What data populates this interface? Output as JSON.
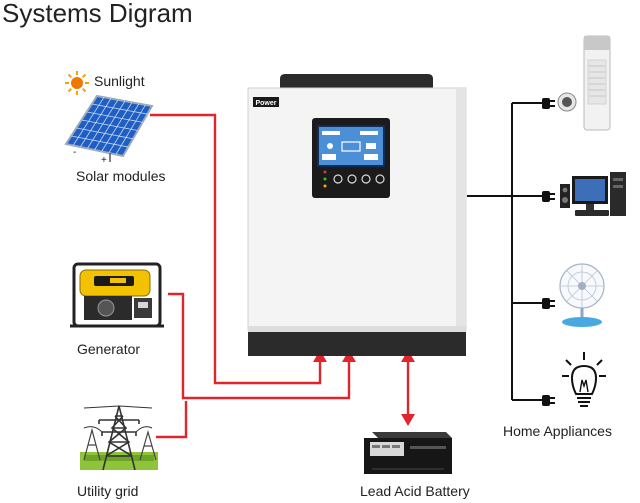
{
  "title": "Systems Digram",
  "inverter": {
    "brand": "Power"
  },
  "inputs": {
    "sunlight": "Sunlight",
    "solar": "Solar modules",
    "solar_minus": "-",
    "solar_plus": "+",
    "generator": "Generator",
    "grid": "Utility grid"
  },
  "battery": {
    "label": "Lead Acid Battery"
  },
  "outputs": {
    "label": "Home Appliances",
    "items": [
      "air-conditioner-icon",
      "computer-icon",
      "fan-icon",
      "light-bulb-icon"
    ]
  },
  "colors": {
    "input_wire": "#e0262d",
    "output_wire": "#111111",
    "inverter_body": "#f4f4f4",
    "inverter_base": "#2b2b2b",
    "solar_cell": "#1f5fc4",
    "generator_yellow": "#f2c200",
    "sun": "#f7a400"
  }
}
